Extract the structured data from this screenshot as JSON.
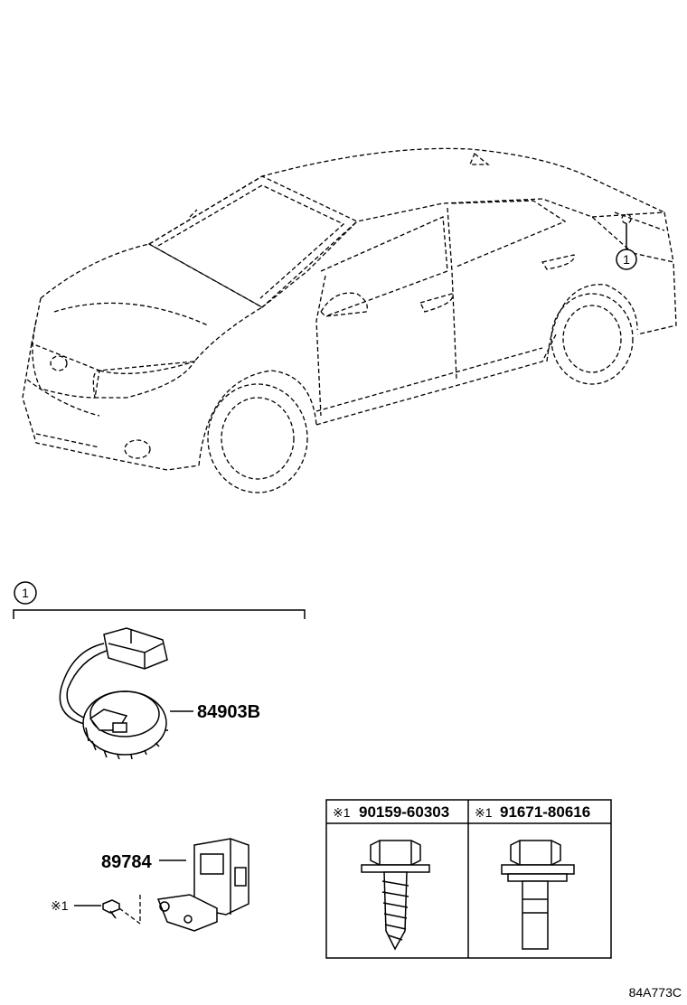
{
  "callout": {
    "number": "1"
  },
  "section": {
    "number": "1"
  },
  "parts": {
    "clockspring": {
      "number": "84903B"
    },
    "sensor": {
      "number": "89784"
    },
    "screw_ref": {
      "label": "※1"
    }
  },
  "fastener_table": {
    "columns": [
      {
        "mark": "※1",
        "part_number": "90159-60303"
      },
      {
        "mark": "※1",
        "part_number": "91671-80616"
      }
    ]
  },
  "diagram_code": "84A773C"
}
